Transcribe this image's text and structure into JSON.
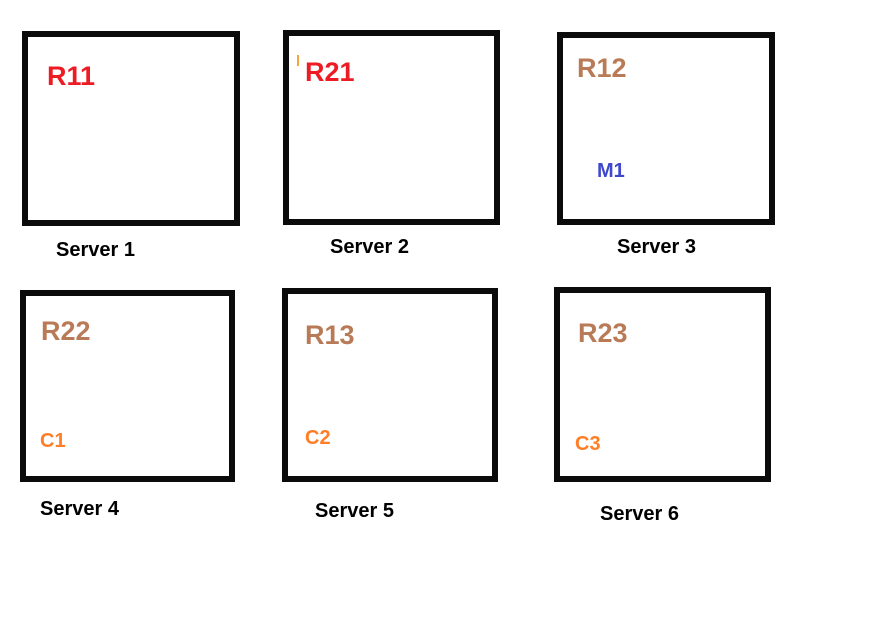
{
  "palette": {
    "replica_row1": "#ED1C24",
    "replica_row2": "#B97A57",
    "master": "#3F48CC",
    "client": "#FF7F27",
    "box_border": "#0B0B0B",
    "caption_text": "#000000",
    "background": "#FFFFFF",
    "stray_mark": "#F2A73D"
  },
  "servers": [
    {
      "caption": "Server 1",
      "labels": [
        {
          "text": "R11",
          "color": "#ED1C24"
        }
      ]
    },
    {
      "caption": "Server 2",
      "labels": [
        {
          "text": "R21",
          "color": "#ED1C24"
        }
      ],
      "stray_mark_color": "#F2A73D"
    },
    {
      "caption": "Server 3",
      "labels": [
        {
          "text": "R12",
          "color": "#B97A57"
        },
        {
          "text": "M1",
          "color": "#3F48CC"
        }
      ]
    },
    {
      "caption": "Server 4",
      "labels": [
        {
          "text": "R22",
          "color": "#B97A57"
        },
        {
          "text": "C1",
          "color": "#FF7F27"
        }
      ]
    },
    {
      "caption": "Server 5",
      "labels": [
        {
          "text": "R13",
          "color": "#B97A57"
        },
        {
          "text": "C2",
          "color": "#FF7F27"
        }
      ]
    },
    {
      "caption": "Server 6",
      "labels": [
        {
          "text": "R23",
          "color": "#B97A57"
        },
        {
          "text": "C3",
          "color": "#FF7F27"
        }
      ]
    }
  ]
}
